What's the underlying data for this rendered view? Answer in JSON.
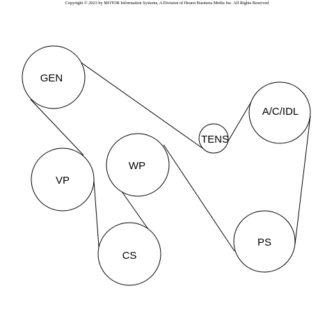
{
  "copyright": "Copyright © 2023 by MOTOR Information Systems, A Division of Hearst Business Media Inc. All Rights Reserved",
  "pulleys": [
    {
      "id": "gen",
      "label": "GEN"
    },
    {
      "id": "tens",
      "label": "TENS"
    },
    {
      "id": "ac-idl",
      "label": "A/C/IDL"
    },
    {
      "id": "wp",
      "label": "WP"
    },
    {
      "id": "vp",
      "label": "VP"
    },
    {
      "id": "ps",
      "label": "PS"
    },
    {
      "id": "cs",
      "label": "CS"
    }
  ],
  "colors": {
    "stroke": "#000000",
    "background": "#ffffff"
  }
}
